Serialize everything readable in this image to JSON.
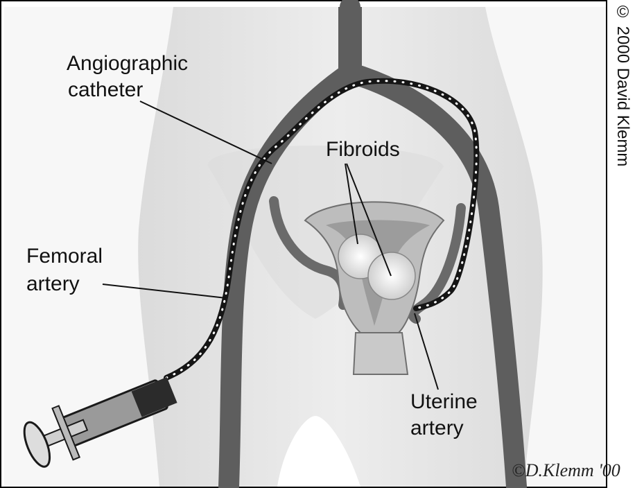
{
  "labels": {
    "catheter_line1": "Angiographic",
    "catheter_line2": "catheter",
    "fibroids": "Fibroids",
    "femoral_line1": "Femoral",
    "femoral_line2": "artery",
    "uterine_line1": "Uterine",
    "uterine_line2": "artery"
  },
  "credits": {
    "copyright": "© 2000 David Klemm",
    "signature": "©D.Klemm '00"
  },
  "colors": {
    "background": "#ffffff",
    "skin": "#e6e6e6",
    "artery": "#5e5e5e",
    "catheter": "#151515",
    "fibroid": "#efefef"
  }
}
